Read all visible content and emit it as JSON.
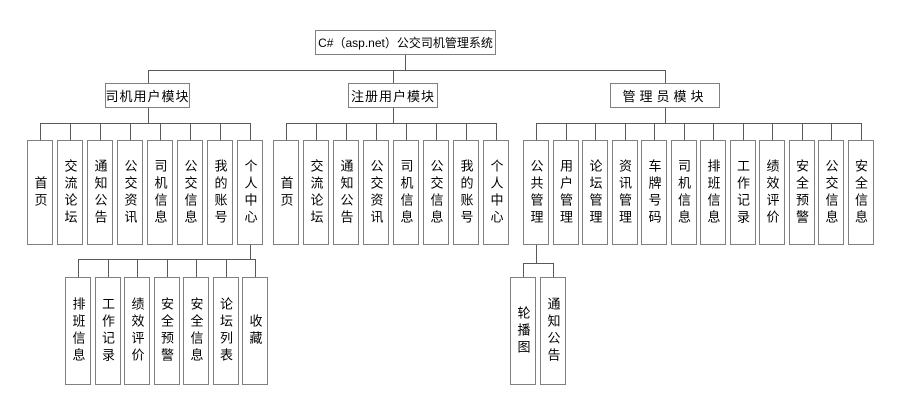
{
  "root": {
    "label": "C#（asp.net）公交司机管理系统"
  },
  "modules": {
    "driver": {
      "label": "司机用户模块",
      "children": [
        "首页",
        "交流论坛",
        "通知公告",
        "公交资讯",
        "司机信息",
        "公交信息",
        "我的账号",
        "个人中心"
      ]
    },
    "registered": {
      "label": "注册用户模块",
      "children": [
        "首页",
        "交流论坛",
        "通知公告",
        "公交资讯",
        "司机信息",
        "公交信息",
        "我的账号",
        "个人中心"
      ]
    },
    "admin": {
      "label": "管理员模块",
      "children": [
        "公共管理",
        "用户管理",
        "论坛管理",
        "资讯管理",
        "车牌号码",
        "司机信息",
        "排班信息",
        "工作记录",
        "绩效评价",
        "安全预警",
        "公交信息",
        "安全信息"
      ]
    }
  },
  "submodules": {
    "personal_center": {
      "parent_label": "个人中心",
      "children": [
        "排班信息",
        "工作记录",
        "绩效评价",
        "安全预警",
        "安全信息",
        "论坛列表",
        "收藏"
      ]
    },
    "public_management": {
      "parent_label": "公共管理",
      "children": [
        "轮播图",
        "通知公告"
      ]
    }
  },
  "colors": {
    "background": "#ffffff",
    "box_border": "#808080",
    "connector_line": "#595959",
    "text": "#000000"
  }
}
